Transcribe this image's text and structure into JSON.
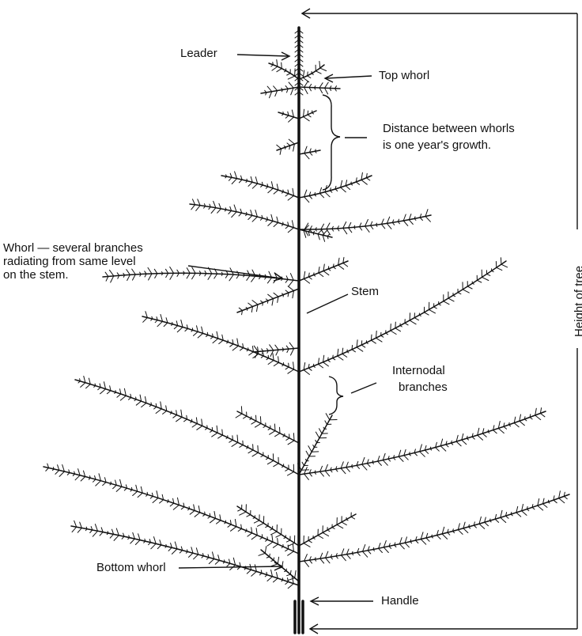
{
  "labels": {
    "leader": "Leader",
    "top_whorl": "Top whorl",
    "distance_line1": "Distance between whorls",
    "distance_line2": "is one year's growth.",
    "whorl_line1": "Whorl — several branches",
    "whorl_line2": "radiating from same level",
    "whorl_line3": "on the stem.",
    "stem": "Stem",
    "internodal_line1": "Internodal",
    "internodal_line2": "branches",
    "bottom_whorl": "Bottom whorl",
    "handle": "Handle",
    "height_of_tree": "Height of tree"
  },
  "colors": {
    "ink": "#111111",
    "paper": "#ffffff"
  }
}
